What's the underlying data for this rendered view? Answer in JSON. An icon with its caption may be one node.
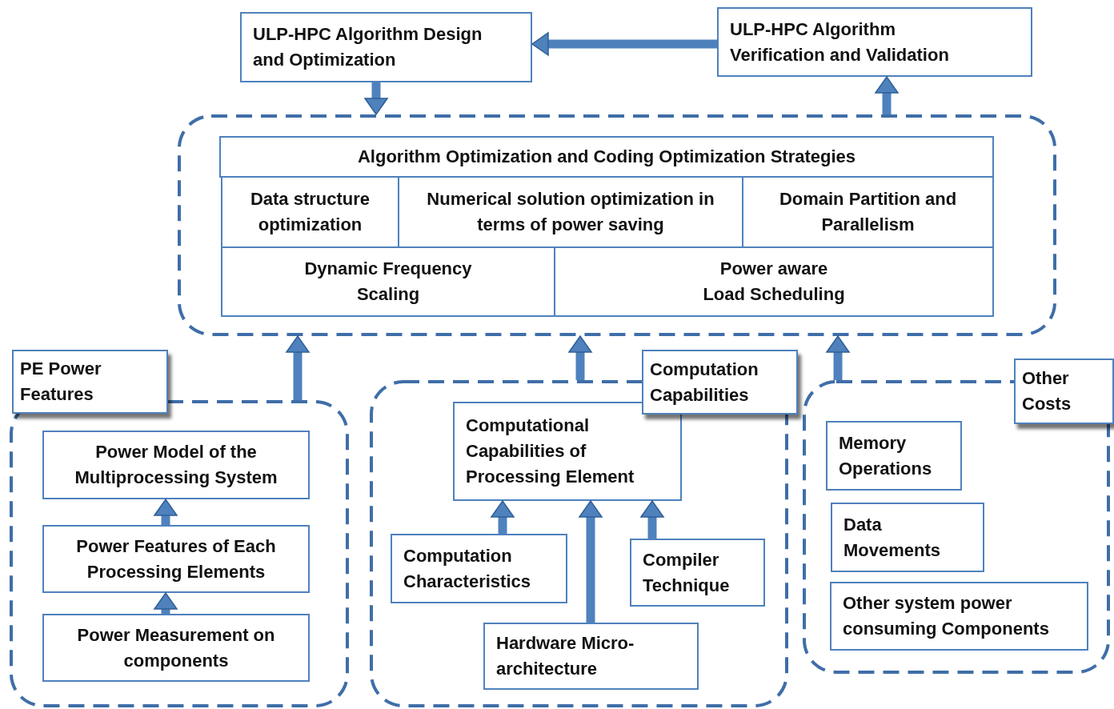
{
  "diagram": {
    "nodes": [
      {
        "text": [
          "ULP-HPC Algorithm Design and Optimization"
        ]
      },
      {
        "text": [
          "ULP-HPC Algorithm Verification and Validation"
        ]
      },
      {
        "text": [],
        "shape": "box"
      },
      {
        "text": [
          "Algorithm Optimization and Coding Optimization Strategies"
        ],
        "in": 2
      },
      {
        "text": [
          "Data structure optimization"
        ],
        "in": 2
      },
      {
        "text": [
          "Numerical solution optimization in terms of power saving"
        ],
        "in": 2
      },
      {
        "text": [
          "Domain Partition and Parallelism"
        ],
        "in": 2
      },
      {
        "text": [
          "Dynamic Frequency Scaling"
        ],
        "in": 2
      },
      {
        "text": [
          "Power aware Load Scheduling"
        ],
        "in": 2
      },
      {
        "text": [
          "PE Power Features"
        ]
      },
      {
        "text": [],
        "shape": "box"
      },
      {
        "text": [
          "Power Model of the Multiprocessing System"
        ],
        "in": 10
      },
      {
        "text": [
          "Power Features of Each Processing Elements"
        ],
        "in": 10
      },
      {
        "text": [
          "Power Measurement on components"
        ],
        "in": 10
      },
      {
        "text": [
          "Computation Capabilities"
        ]
      },
      {
        "text": [],
        "shape": "box"
      },
      {
        "text": [
          "Computational Capabilities of Processing Element"
        ],
        "in": 15
      },
      {
        "text": [
          "Computation Characteristics"
        ],
        "in": 15
      },
      {
        "text": [
          "Compiler Technique"
        ],
        "in": 15
      },
      {
        "text": [
          "Hardware Micro-architecture"
        ],
        "in": 15
      },
      {
        "text": [
          "Other Costs"
        ]
      },
      {
        "text": [],
        "shape": "box"
      },
      {
        "text": [
          "Memory Operations"
        ],
        "in": 21
      },
      {
        "text": [
          "Data Movements"
        ],
        "in": 21
      },
      {
        "text": [
          "Other system power consuming Components"
        ],
        "in": 21
      }
    ],
    "edges": [
      {
        "from": 1,
        "to": 0,
        "arrow": "to"
      },
      {
        "from": 0,
        "to": 2,
        "arrow": "to"
      },
      {
        "from": 2,
        "to": 1,
        "arrow": "to"
      },
      {
        "from": 10,
        "to": 2,
        "arrow": "to"
      },
      {
        "from": 15,
        "to": 2,
        "arrow": "to"
      },
      {
        "from": 21,
        "to": 2,
        "arrow": "to"
      },
      {
        "from": 12,
        "to": 11,
        "arrow": "to"
      },
      {
        "from": 13,
        "to": 12,
        "arrow": "to"
      },
      {
        "from": 17,
        "to": 16,
        "arrow": "to"
      },
      {
        "from": 19,
        "to": 16,
        "arrow": "to"
      },
      {
        "from": 18,
        "to": 16,
        "arrow": "to"
      }
    ]
  }
}
